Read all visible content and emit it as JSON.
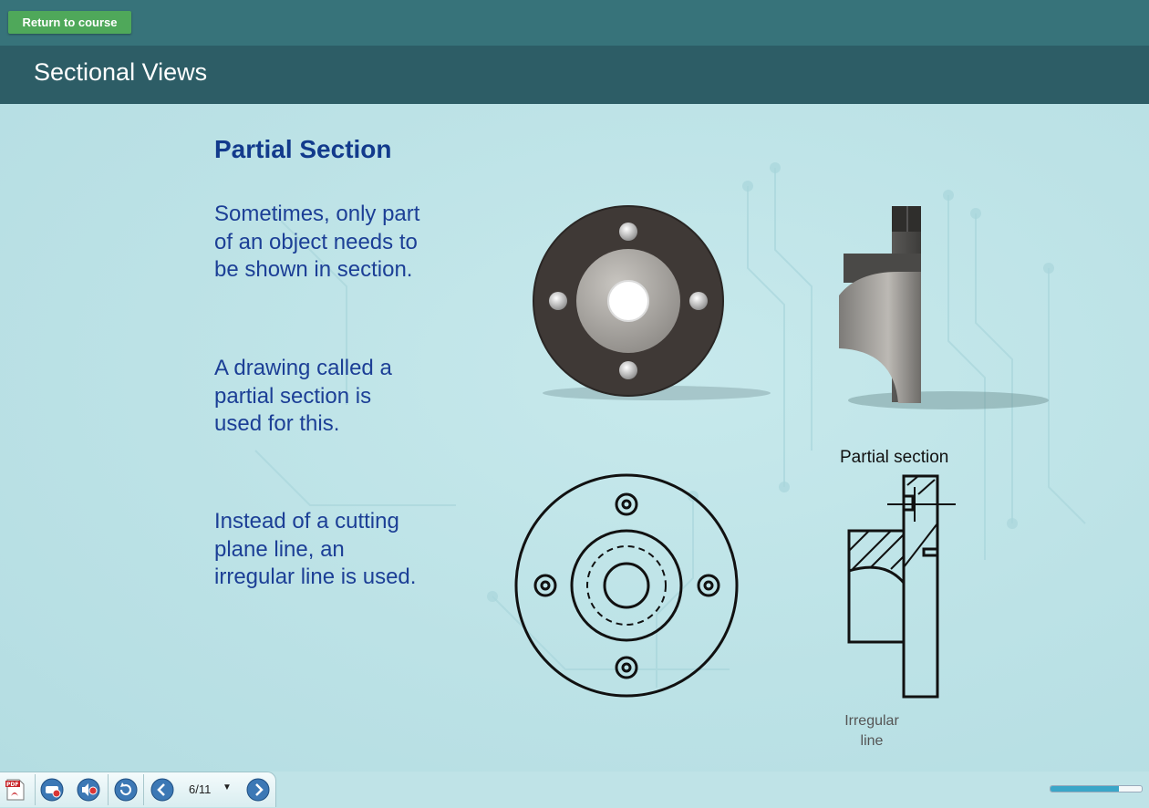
{
  "header": {
    "return_label": "Return to course",
    "title": "Sectional Views"
  },
  "slide": {
    "heading": "Partial Section",
    "paragraphs": [
      [
        "Sometimes, only part",
        "of an object needs to",
        "be shown in section."
      ],
      [
        "A drawing called a",
        "partial section is",
        "used for this."
      ],
      [
        "Instead of a cutting",
        "plane line, an",
        "irregular line is used."
      ]
    ],
    "label_partial_section": "Partial section",
    "label_irregular_line": [
      "Irregular",
      "line"
    ]
  },
  "player": {
    "page_indicator": "6/11",
    "dropdown_glyph": "▼",
    "progress": 0.75,
    "icons": [
      "pdf-icon",
      "captions-off-icon",
      "mute-icon",
      "replay-icon",
      "previous-icon",
      "next-icon"
    ]
  },
  "colors": {
    "topbar": "#37737a",
    "titlebar": "#2d5d66",
    "return_button": "#4fa85a",
    "slide_text": "#1c3f96",
    "slide_background": "#bde2e6",
    "progress_fill": "#3aa6c8"
  }
}
